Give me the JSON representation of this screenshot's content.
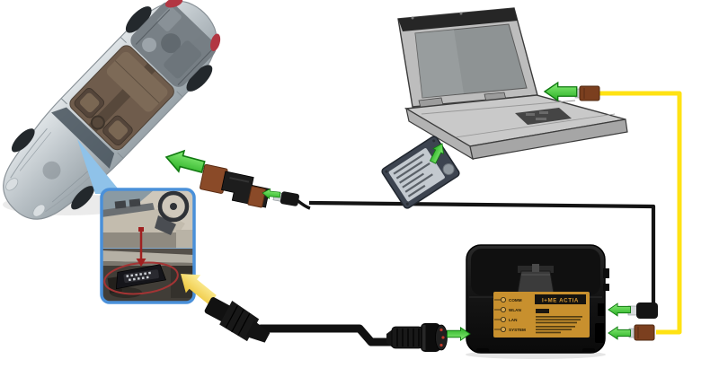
{
  "device_label": {
    "brand": "I+ME ACTIA",
    "leds": [
      "COMM",
      "WLAN",
      "LAN",
      "SYSTEM"
    ]
  },
  "components": {
    "vehicle": "cutaway-car",
    "inset": "obd-port-location-photos",
    "obd_adapter": "obd2-adapter",
    "obd_connector": "obd2-plug",
    "main_connector": "round-main-cable-connector",
    "diagnostic_unit": "icom-main-unit",
    "computer": "laptop",
    "storage": "software-hdd"
  },
  "icons": {
    "green_arrows": [
      "arrow-to-car",
      "arrow-into-adapter",
      "arrow-into-laptop",
      "arrow-hdd-to-laptop",
      "arrow-into-device-left",
      "arrow-into-device-usb",
      "arrow-into-device-lan"
    ],
    "yellow_arrow": "arrow-to-obd-port",
    "red_arrow": "arrow-dash-to-port"
  },
  "colors": {
    "background": "#ffffff",
    "arrow_green": "#3ecb33",
    "arrow_green_dark": "#117a11",
    "arrow_yellow": "#f4cf3d",
    "cable_yellow": "#ffe213",
    "cable_black": "#141414",
    "device_body": "#151515",
    "device_label_orange": "#c8902e",
    "inset_border_blue": "#4a90d9",
    "connector_brown": "#8a4a28",
    "highlight_red": "#a83232"
  }
}
